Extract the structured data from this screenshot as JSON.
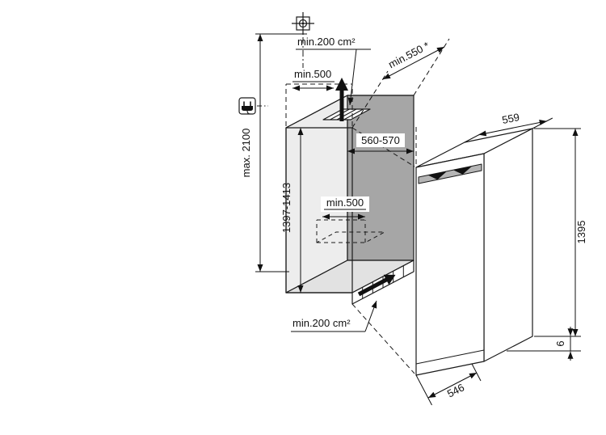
{
  "diagram": {
    "type": "built-in appliance installation dimension drawing",
    "labels": {
      "vent_top": "min.200 cm²",
      "clearance_top": "min.500",
      "niche_depth_min": "min.550 *",
      "socket_max_height": "max. 2100",
      "niche_width": "560-570",
      "niche_height": "1397-1413",
      "clearance_rear": "min.500",
      "vent_bottom": "min.200 cm²",
      "appliance_width": "559",
      "appliance_height": "1395",
      "appliance_depth": "546",
      "base_gap": "6"
    },
    "icons": {
      "crosshair": "mains-connection-position-icon",
      "plug": "power-plug-icon",
      "airflow_top": "airflow-up-arrow-icon",
      "airflow_bottom": "airflow-in-arrow-icon"
    },
    "colors": {
      "line": "#1a1a1a",
      "niche_back_wall": "#a6a6a6",
      "niche_side_wall": "#ededed",
      "niche_floor": "#e2e2e2",
      "door_strip": "#b5b5b5",
      "background": "#ffffff"
    }
  }
}
